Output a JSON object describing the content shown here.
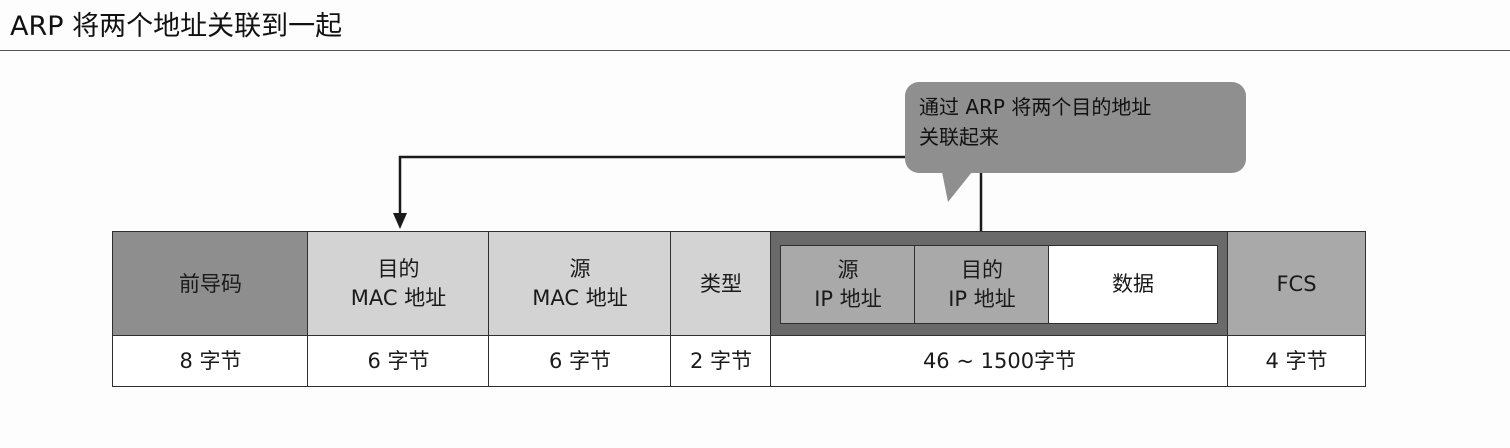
{
  "title": "ARP 将两个地址关联到一起",
  "callout": {
    "line1": "通过 ARP 将两个目的地址",
    "line2": "关联起来"
  },
  "frame": {
    "fields": [
      {
        "label": "前导码",
        "size": "8 字节"
      },
      {
        "label": "目的\nMAC 地址",
        "size": "6 字节"
      },
      {
        "label": "源\nMAC 地址",
        "size": "6 字节"
      },
      {
        "label": "类型",
        "size": "2 字节"
      },
      {
        "label": "FCS",
        "size": "4 字节"
      }
    ],
    "payload": {
      "sub_fields": [
        {
          "label": "源\nIP 地址"
        },
        {
          "label": "目的\nIP 地址"
        },
        {
          "label": "数据"
        }
      ],
      "size": "46 ~ 1500字节"
    }
  },
  "colors": {
    "dark_gray": "#8e8e8e",
    "mid_gray": "#a9a9a9",
    "light_gray": "#d3d3d3",
    "frame_border": "#6a6a6a",
    "callout": "#8f8f8f"
  }
}
